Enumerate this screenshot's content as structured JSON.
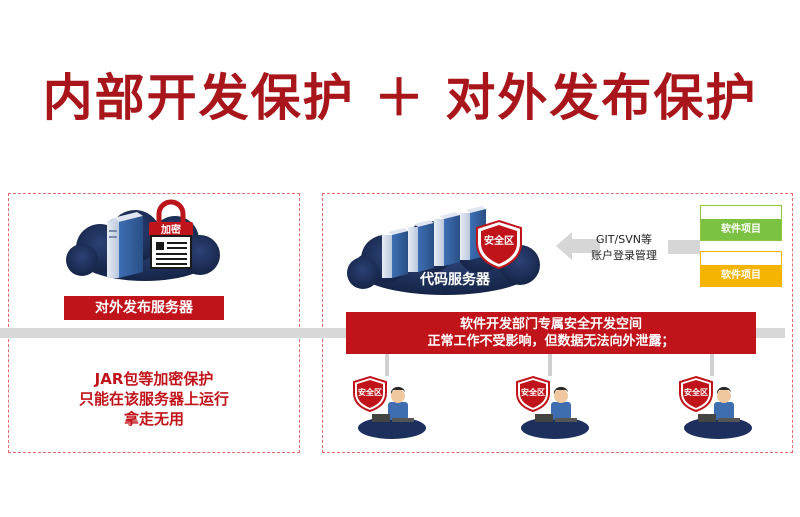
{
  "title": "内部开发保护 ＋ 对外发布保护",
  "left_panel": {
    "lock_label": "加密",
    "server_label": "对外发布服务器",
    "note_lines": [
      "JAR包等加密保护",
      "只能在该服务器上运行",
      "拿走无用"
    ]
  },
  "right_panel": {
    "code_server_label": "代码服务器",
    "shield_label": "安全区",
    "banner_lines": [
      "软件开发部门专属安全开发空间",
      "正常工作不受影响，但数据无法向外泄露；"
    ],
    "git_lines": [
      "GIT/SVN等",
      "账户登录管理"
    ],
    "projects": [
      "软件项目",
      "软件项目"
    ],
    "workstation_shield_labels": [
      "安全区",
      "安全区",
      "安全区"
    ]
  },
  "colors": {
    "brand_red": "#c0141a",
    "title_red": "#a8161b",
    "project_green": "#7cc242",
    "project_yellow": "#f5b400",
    "cloud_navy": "#1d2f5c",
    "server_blue": "#4a78b8"
  }
}
